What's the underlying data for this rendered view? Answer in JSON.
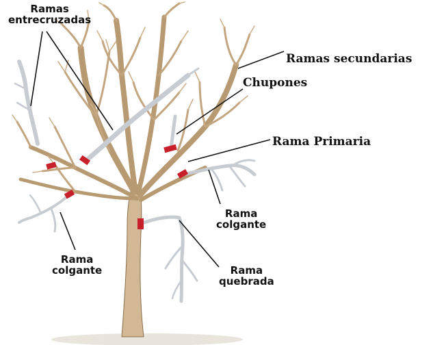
{
  "labels": {
    "ramas_entrecruzadas": {
      "line1": "Ramas",
      "line2": "entrecruzadas"
    },
    "ramas_secundarias": "Ramas secundarias",
    "chupones": "Chupones",
    "rama_primaria": "Rama Primaria",
    "rama_colgante_right": {
      "line1": "Rama",
      "line2": "colgante"
    },
    "rama_colgante_left": {
      "line1": "Rama",
      "line2": "colgante"
    },
    "rama_quebrada": {
      "line1": "Rama",
      "line2": "quebrada"
    }
  },
  "colors": {
    "trunk": "#d2b894",
    "trunk_edge": "#8a6e4c",
    "branch_to_remove": "#c7ccd2",
    "branch_to_remove_edge": "#8e959c",
    "cut_mark": "#c8202a",
    "leader_line": "#111111",
    "ground": "#e9e4dc"
  }
}
